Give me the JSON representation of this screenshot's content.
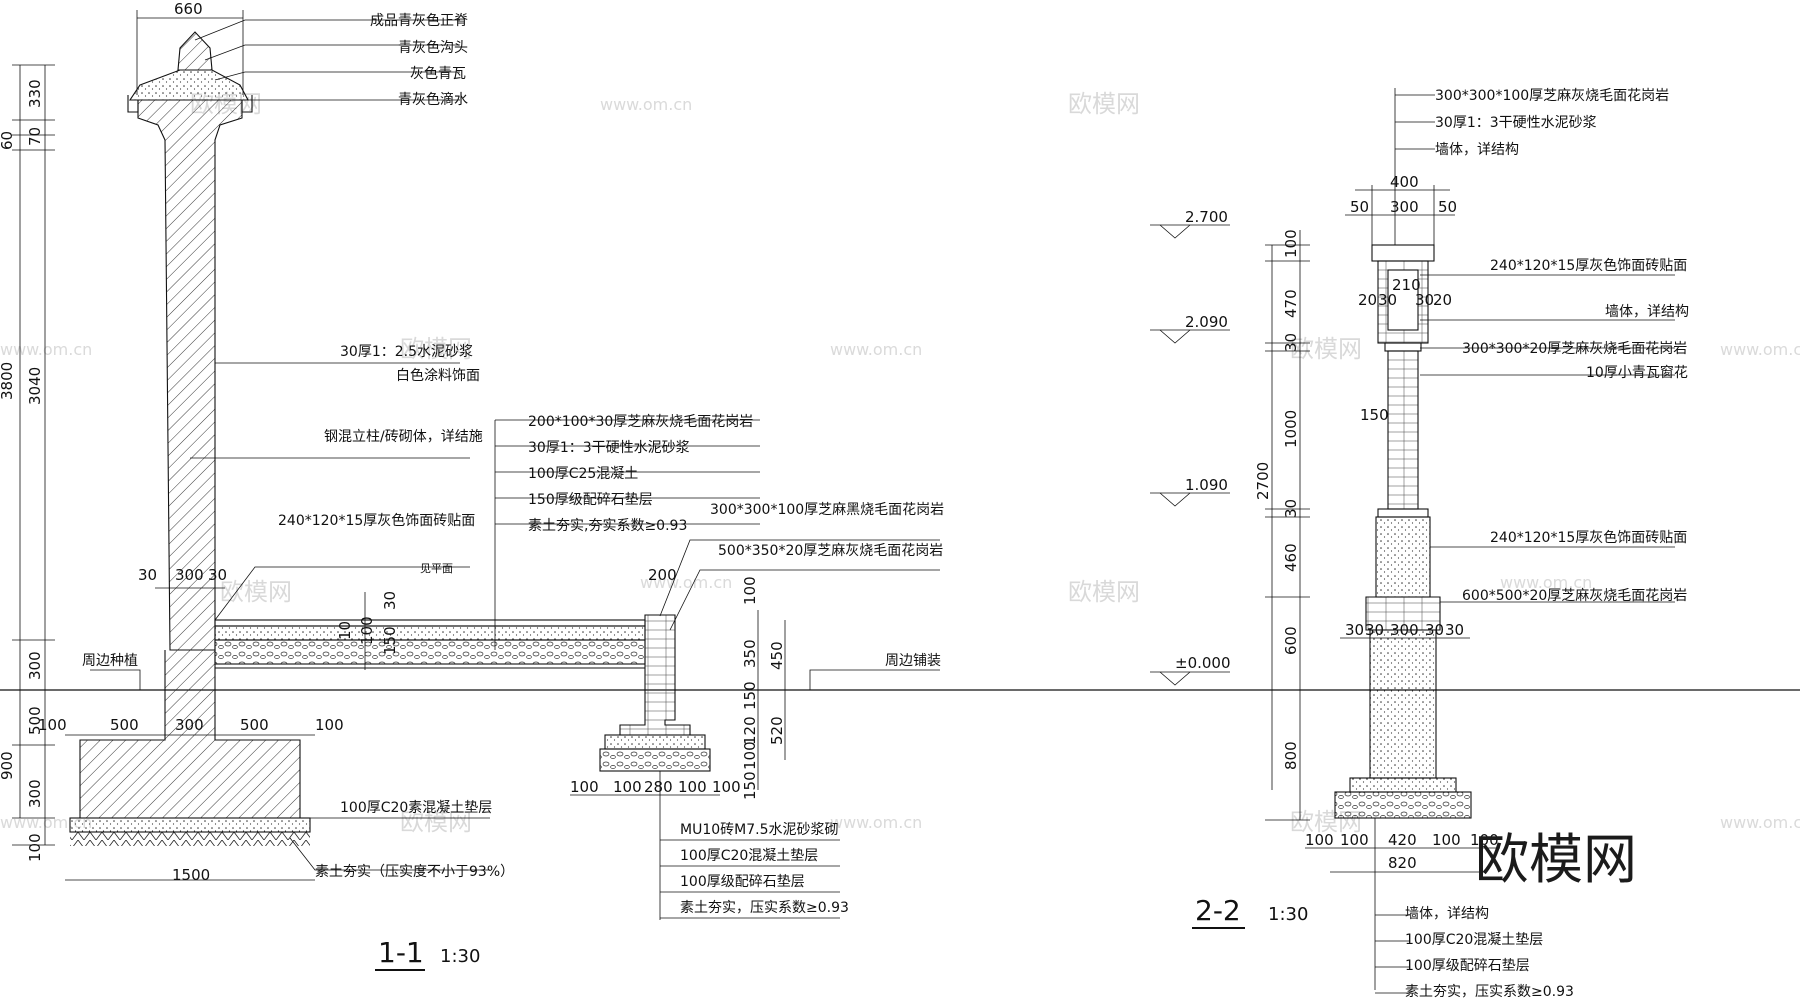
{
  "section_1": {
    "title": "1-1",
    "scale": "1:30",
    "notes": {
      "cap1": "成品青灰色正脊",
      "cap2": "青灰色沟头",
      "cap3": "灰色青瓦",
      "cap4": "青灰色滴水",
      "mortar": "30厚1：2.5水泥砂浆",
      "paint": "白色涂料饰面",
      "column": "钢混立柱/砖砌体，详结施",
      "tile": "240*120*15厚灰色饰面砖贴面",
      "paving1": "200*100*30厚芝麻灰烧毛面花岗岩",
      "paving2": "30厚1：3干硬性水泥砂浆",
      "paving3": "100厚C25混凝土",
      "paving4": "150厚级配碎石垫层",
      "paving5": "素土夯实,夯实系数≥0.93",
      "curb1": "300*300*100厚芝麻黑烧毛面花岗岩",
      "curb2": "500*350*20厚芝麻灰烧毛面花岗岩",
      "ground_level": "见平面",
      "planting": "周边种植",
      "paving_edge": "周边铺装",
      "base1": "100厚C20素混凝土垫层",
      "base2": "素土夯实（压实度不小于93%）",
      "footing1": "MU10砖M7.5水泥砂浆砌",
      "footing2": "100厚C20混凝土垫层",
      "footing3": "100厚级配碎石垫层",
      "footing4": "素土夯实，压实系数≥0.93"
    },
    "dims": {
      "top_width": "660",
      "h_total": "3800",
      "h_330": "330",
      "h_60": "60",
      "h_70": "70",
      "h_3040": "3040",
      "h_300": "300",
      "h_900": "900",
      "h_500": "500",
      "h_300b": "300",
      "h_100": "100",
      "w_30a": "30",
      "w_300": "300",
      "w_30b": "30",
      "b_100a": "100",
      "b_500a": "500",
      "b_300": "300",
      "b_500b": "500",
      "b_100b": "100",
      "b_1500": "1500",
      "p_10": "10",
      "p_100": "100",
      "p_150": "150",
      "p_30": "30",
      "c_200": "200",
      "c_100": "100",
      "c_450": "450",
      "c_350": "350",
      "c_150": "150",
      "c_120": "120",
      "c_100b": "100",
      "c_520": "520",
      "c_150b": "150",
      "f_100a": "100",
      "f_100b": "100",
      "f_280": "280",
      "f_100c": "100",
      "f_100d": "100"
    }
  },
  "section_2": {
    "title": "2-2",
    "scale": "1:30",
    "elevations": [
      "2.700",
      "2.090",
      "1.090",
      "±0.000"
    ],
    "notes": {
      "top1": "300*300*100厚芝麻灰烧毛面花岗岩",
      "top2": "30厚1：3干硬性水泥砂浆",
      "top3": "墙体，详结构",
      "tile1": "240*120*15厚灰色饰面砖贴面",
      "wall": "墙体，详结构",
      "cap": "300*300*20厚芝麻灰烧毛面花岗岩",
      "window": "10厚小青瓦窗花",
      "tile2": "240*120*15厚灰色饰面砖贴面",
      "band": "600*500*20厚芝麻灰烧毛面花岗岩",
      "bot1": "墙体，详结构",
      "bot2": "100厚C20混凝土垫层",
      "bot3": "100厚级配碎石垫层",
      "bot4": "素土夯实，压实系数≥0.93"
    },
    "dims": {
      "w_400": "400",
      "w_50a": "50",
      "w_300": "300",
      "w_50b": "50",
      "w_210": "210",
      "w_20a": "20",
      "w_30a": "30",
      "w_30b": "30",
      "w_20b": "20",
      "v_2700": "2700",
      "v_100": "100",
      "v_470": "470",
      "v_30": "30",
      "v_1000": "1000",
      "v_30b": "30",
      "v_460": "460",
      "v_600": "600",
      "v_800": "800",
      "v_150": "150",
      "m_30a": "30",
      "m_30b": "30",
      "m_300": "300",
      "m_30c": "30",
      "m_30d": "30",
      "f_100a": "100",
      "f_100b": "100",
      "f_420": "420",
      "f_100c": "100",
      "f_100d": "100",
      "f_820": "820"
    }
  },
  "watermarks": {
    "cn": "欧模网",
    "url": "www.om.cn",
    "brand": "欧模网"
  }
}
